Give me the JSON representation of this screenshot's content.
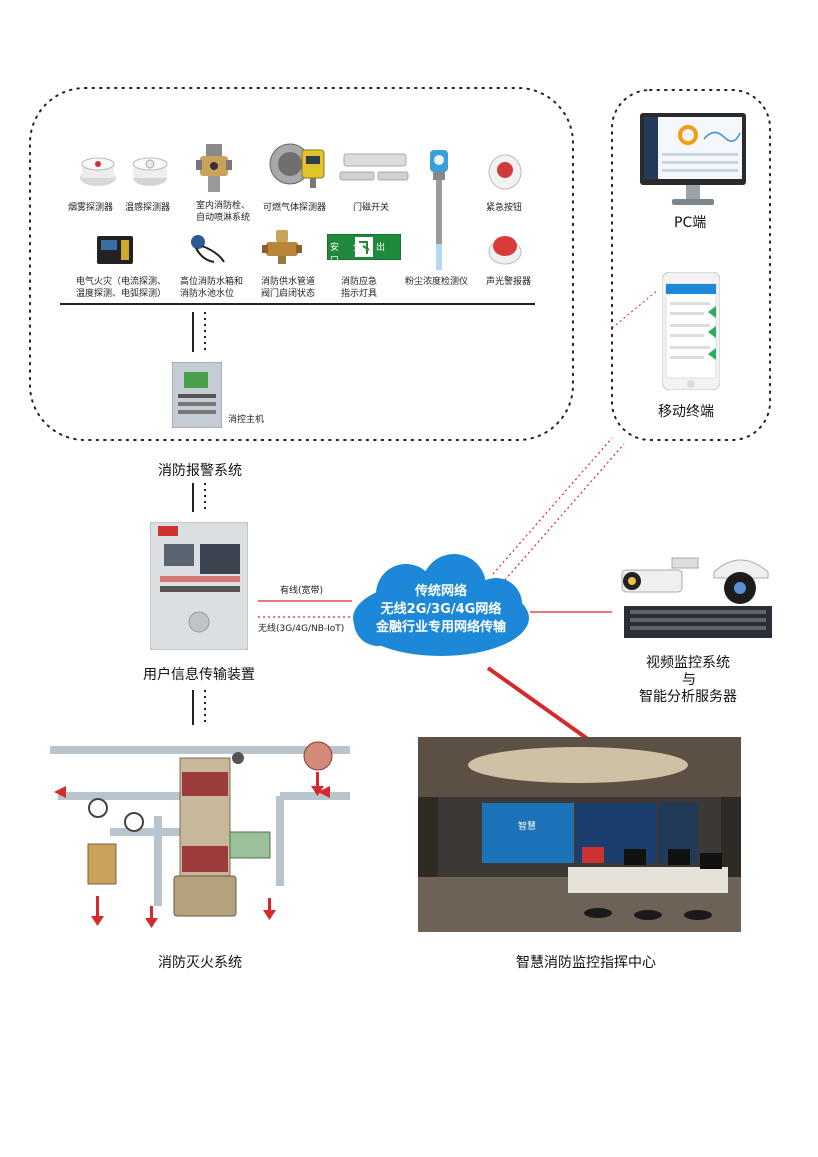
{
  "alarm_system": {
    "title": "消防报警系统",
    "devices_row1": [
      {
        "label": "烟雾探测器"
      },
      {
        "label": "温感探测器"
      },
      {
        "label": "室内消防栓、",
        "label2": "自动喷淋系统"
      },
      {
        "label": "可燃气体探测器"
      },
      {
        "label": "门磁开关"
      },
      {
        "label": "粉尘浓度检测仪"
      },
      {
        "label": "紧急按钮"
      }
    ],
    "devices_row2": [
      {
        "label": "电气火灾（电流探测、",
        "label2": "温度探测、电弧探测）"
      },
      {
        "label": "高位消防水箱和",
        "label2": "消防水池水位"
      },
      {
        "label": "消防供水管道",
        "label2": "阀门启闭状态"
      },
      {
        "label": "消防应急",
        "label2": "指示灯具"
      },
      {
        "label": "声光警报器"
      }
    ],
    "exit_sign_text": "安全出口",
    "host_label": "消控主机"
  },
  "terminals": {
    "pc_label": "PC端",
    "mobile_label": "移动终端"
  },
  "transmission": {
    "device_label": "用户信息传输装置",
    "wired_label": "有线(宽带)",
    "wireless_label": "无线(3G/4G/NB-IoT)"
  },
  "network_cloud": {
    "line1": "传统网络",
    "line2": "无线2G/3G/4G网络",
    "line3": "金融行业专用网络传输"
  },
  "video_system": {
    "line1": "视频监控系统",
    "line2": "与",
    "line3": "智能分析服务器"
  },
  "extinguish_system": {
    "title": "消防灭火系统"
  },
  "command_center": {
    "title": "智慧消防监控指挥中心",
    "screen_text": "智慧"
  },
  "colors": {
    "link_red": "#d62a2a",
    "cloud_blue": "#1e88d8",
    "pipe_red": "#b63a3a",
    "dotted": "#222222"
  }
}
